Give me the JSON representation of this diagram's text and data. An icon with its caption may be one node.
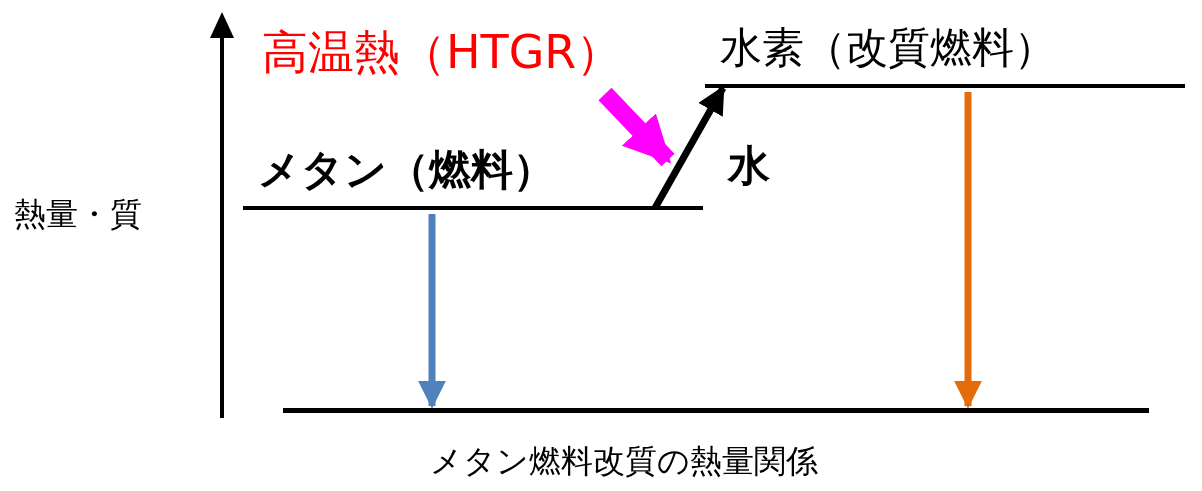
{
  "diagram": {
    "caption": "メタン燃料改質の熱量関係",
    "nodes": [
      {
        "text": [
          "メタン（燃料）"
        ]
      },
      {
        "text": [
          "水素（改質燃料）"
        ]
      },
      {
        "text": [],
        "shape": "bar"
      },
      {
        "text": [
          "高温熱（HTGR）"
        ]
      }
    ],
    "edges": [
      {
        "from": 0,
        "to": 1,
        "arrow": "to",
        "label": "水"
      },
      {
        "from": 3,
        "to": 0,
        "arrow": "to",
        "style": "thick",
        "color": "#ff00ff"
      },
      {
        "from": 0,
        "to": 2,
        "arrow": "to",
        "color": "#4f81bd"
      },
      {
        "from": 1,
        "to": 2,
        "arrow": "to",
        "color": "#e46c0a"
      }
    ],
    "labels": [
      "熱量・質"
    ]
  }
}
